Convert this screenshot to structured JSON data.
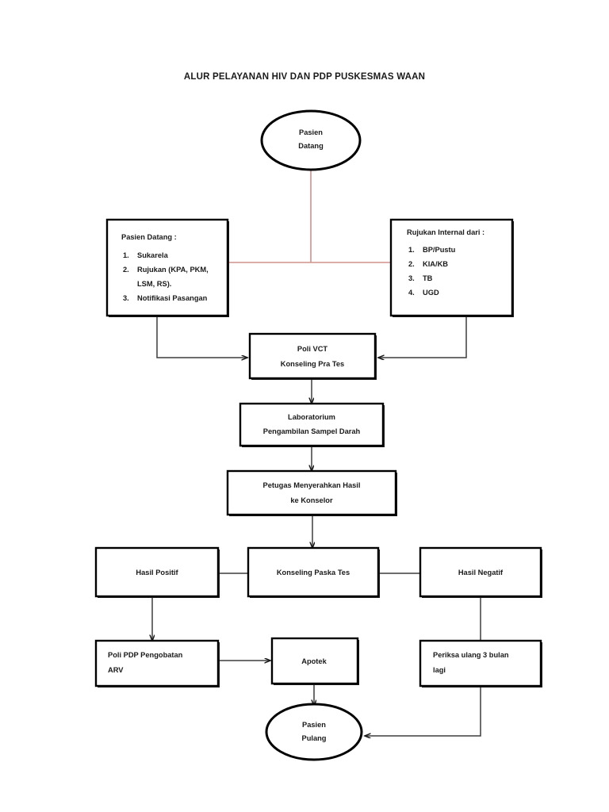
{
  "title": "ALUR PELAYANAN HIV DAN PDP PUSKESMAS WAAN",
  "colors": {
    "node_border": "#000000",
    "node_fill": "#ffffff",
    "connector": "#3d3d3d",
    "connector_pink": "#cf908c",
    "text": "#1a1a1a"
  },
  "nodes": {
    "pasien_datang_start": {
      "label_line1": "Pasien",
      "label_line2": "Datang",
      "shape": "ellipse"
    },
    "pasien_datang_box": {
      "heading": "Pasien Datang :",
      "items": [
        {
          "num": "1.",
          "text": "Sukarela"
        },
        {
          "num": "2.",
          "text": "Rujukan (KPA, PKM,"
        },
        {
          "num": "",
          "text": "LSM, RS)."
        },
        {
          "num": "3.",
          "text": "Notifikasi Pasangan"
        }
      ],
      "shape": "rect"
    },
    "rujukan_internal_box": {
      "heading": "Rujukan Internal dari :",
      "items": [
        {
          "num": "1.",
          "text": "BP/Pustu"
        },
        {
          "num": "2.",
          "text": "KIA/KB"
        },
        {
          "num": "3.",
          "text": "TB"
        },
        {
          "num": "4.",
          "text": "UGD"
        }
      ],
      "shape": "rect"
    },
    "poli_vct": {
      "label_line1": "Poli VCT",
      "label_line2": "Konseling Pra Tes",
      "shape": "rect"
    },
    "laboratorium": {
      "label_line1": "Laboratorium",
      "label_line2": "Pengambilan Sampel Darah",
      "shape": "rect"
    },
    "petugas_hasil": {
      "label_line1": "Petugas Menyerahkan Hasil",
      "label_line2": "ke Konselor",
      "shape": "rect"
    },
    "hasil_positif": {
      "label_line1": "Hasil Positif",
      "label_line2": "",
      "shape": "rect"
    },
    "konseling_paska_tes": {
      "label_line1": "Konseling Paska Tes",
      "label_line2": "",
      "shape": "rect"
    },
    "hasil_negatif": {
      "label_line1": "Hasil Negatif",
      "label_line2": "",
      "shape": "rect"
    },
    "poli_pdp": {
      "label_line1": "Poli PDP Pengobatan",
      "label_line2": "ARV",
      "shape": "rect"
    },
    "apotek": {
      "label_line1": "Apotek",
      "label_line2": "",
      "shape": "rect"
    },
    "periksa_ulang": {
      "label_line1": "Periksa ulang 3 bulan",
      "label_line2": "lagi",
      "shape": "rect"
    },
    "pasien_pulang": {
      "label_line1": "Pasien",
      "label_line2": "Pulang",
      "shape": "ellipse"
    }
  }
}
